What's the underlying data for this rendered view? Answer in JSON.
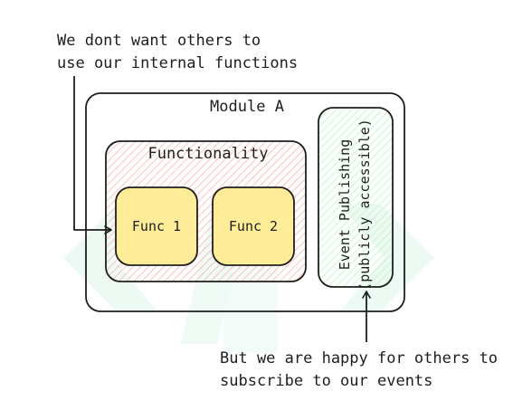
{
  "notes": {
    "top_line1": "We dont want others to",
    "top_line2": "use our internal functions",
    "bottom_line1": "But we are happy for others to",
    "bottom_line2": "subscribe to our events"
  },
  "module": {
    "title": "Module A"
  },
  "functionality": {
    "title": "Functionality",
    "func1": "Func 1",
    "func2": "Func 2"
  },
  "event_publishing": {
    "line1": "Event Publishing",
    "line2": "(publicly accessible)"
  },
  "colors": {
    "stroke": "#1e1e1e",
    "func_fill": "#ffec99",
    "functionality_hatch": "#ffa8a8",
    "event_hatch": "#b2f2bb",
    "background_logo": "#e6f7f0"
  },
  "icons": {
    "background": "double-chevron-logo-icon",
    "arrows": [
      "arrow-right-icon",
      "arrow-up-icon"
    ]
  }
}
